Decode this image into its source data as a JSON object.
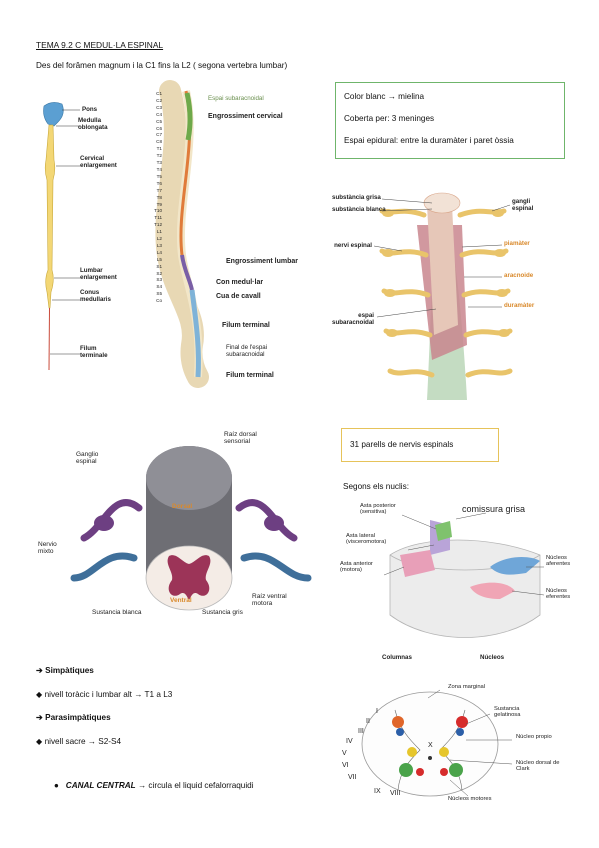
{
  "header": {
    "title": "TEMA 9.2 C MEDUL·LA ESPINAL",
    "subtitle": "Des del forâmen magnum i la C1 fins la L2 ( segona vertebra lumbar)"
  },
  "info_box": {
    "lines": [
      "Color blanc → mielina",
      "Coberta per: 3 meninges",
      "Espai epidural: entre la duramàter i paret òssia"
    ],
    "accent": "#6fb56b"
  },
  "fig1": {
    "labels": [
      "Pons",
      "Medulla oblongata",
      "Cervical enlargement",
      "Lumbar enlargement",
      "Conus medullaris",
      "Filum terminale"
    ]
  },
  "fig2": {
    "vertebrae_left": [
      "C1",
      "C2",
      "C3",
      "C4",
      "C5",
      "C6",
      "C7",
      "C8",
      "T1",
      "T2",
      "T3",
      "T4",
      "T5",
      "T6",
      "T7",
      "T8",
      "T9",
      "T10",
      "T11",
      "T12",
      "L1",
      "L2",
      "L3",
      "L4",
      "L5",
      "S1",
      "S2",
      "S3",
      "S4",
      "S5",
      "Co"
    ],
    "labels": [
      "Espai subaracnoidal",
      "Engrossiment cervical",
      "Engrossiment lumbar",
      "Con medul·lar",
      "Cua de cavall",
      "Filum terminal",
      "Final de l'espai subaracnoidal",
      "Filum terminal"
    ]
  },
  "fig3": {
    "labels": [
      "substància grisa",
      "substància blanca",
      "nervi espinal",
      "espai subaracnoidal",
      "gangli espinal",
      "piamàter",
      "aracnoide",
      "duramàter"
    ]
  },
  "fig4": {
    "labels": [
      "Raíz dorsal sensorial",
      "Ganglio espinal",
      "Dorsal",
      "Nervio mixto",
      "Ventral",
      "Sustancia blanca",
      "Sustancia gris",
      "Raíz ventral motora"
    ]
  },
  "nerves_box": {
    "text": "31 parells de nervis espinals",
    "accent": "#e6c35a"
  },
  "nuclei": {
    "heading": "Segons els nuclis:",
    "labels": [
      "Asta posterior (sensitiva)",
      "comissura grisa",
      "Asta lateral (visceromotora)",
      "Asta anterior (motora)",
      "Núcleos aferentes",
      "Núcleos eferentes",
      "Columnas",
      "Núcleos"
    ]
  },
  "laminae": {
    "labels": [
      "Zona marginal",
      "Sustancia gelatinosa",
      "Núcleo propio",
      "Núcleo dorsal de Clark",
      "Núcleos motores",
      "I",
      "II",
      "III",
      "IV",
      "V",
      "VI",
      "VII",
      "VIII",
      "IX",
      "X"
    ]
  },
  "autonomic": {
    "symp_heading": "➔ Simpàtiques",
    "symp_item": "nivell toràcic i lumbar alt → T1 a L3",
    "para_heading": "➔ Parasimpàtiques",
    "para_item": "nivell sacre → S2-S4",
    "canal_label": "CANAL CENTRAL",
    "canal_text": " → circula el liquid cefalorraquidi"
  },
  "colors": {
    "nerve_blue": "#3f6f9a",
    "nerve_purple": "#6d3f82",
    "yellow_nerve": "#e9c46a",
    "orange_label": "#d9892b"
  }
}
